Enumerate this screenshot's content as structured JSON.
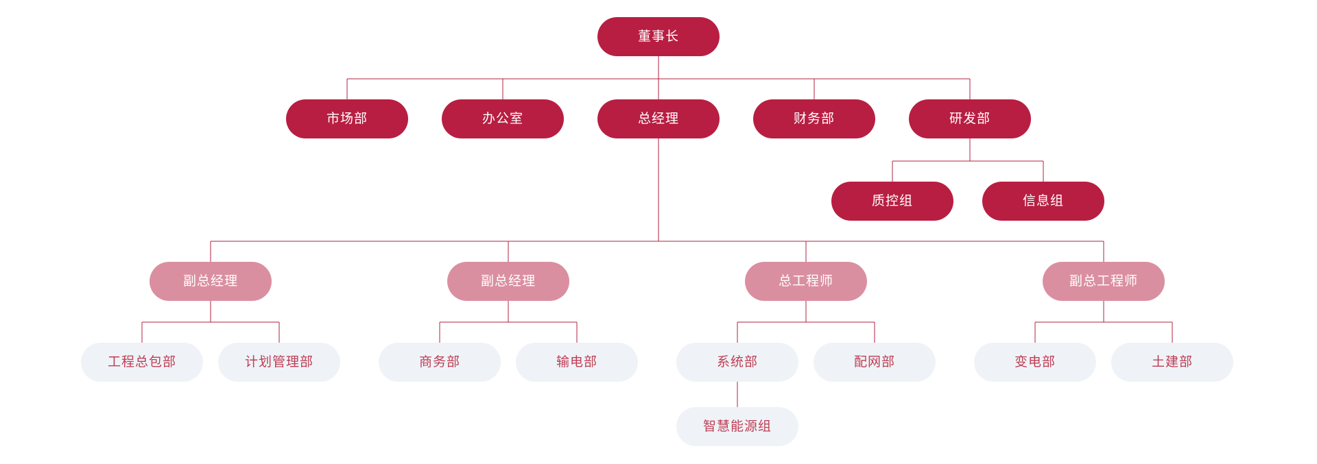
{
  "diagram": {
    "type": "org-chart",
    "background": "#ffffff",
    "colors": {
      "primary_fill": "#b81e42",
      "primary_text": "#ffffff",
      "secondary_fill": "#da8fa0",
      "secondary_text": "#ffffff",
      "leaf_fill": "#eff3f7",
      "leaf_text": "#be3e55",
      "connector": "#b02240"
    },
    "nodes": [
      {
        "id": "chairman",
        "label": "董事长",
        "variant": "primary",
        "parent": null
      },
      {
        "id": "marketing",
        "label": "市场部",
        "variant": "primary",
        "parent": "chairman"
      },
      {
        "id": "office",
        "label": "办公室",
        "variant": "primary",
        "parent": "chairman"
      },
      {
        "id": "general-manager",
        "label": "总经理",
        "variant": "primary",
        "parent": "chairman"
      },
      {
        "id": "finance",
        "label": "财务部",
        "variant": "primary",
        "parent": "chairman"
      },
      {
        "id": "rnd",
        "label": "研发部",
        "variant": "primary",
        "parent": "chairman"
      },
      {
        "id": "quality-control",
        "label": "质控组",
        "variant": "primary",
        "parent": "rnd"
      },
      {
        "id": "information",
        "label": "信息组",
        "variant": "primary",
        "parent": "rnd"
      },
      {
        "id": "deputy-gm-1",
        "label": "副总经理",
        "variant": "secondary",
        "parent": "general-manager"
      },
      {
        "id": "deputy-gm-2",
        "label": "副总经理",
        "variant": "secondary",
        "parent": "general-manager"
      },
      {
        "id": "chief-engineer",
        "label": "总工程师",
        "variant": "secondary",
        "parent": "general-manager"
      },
      {
        "id": "deputy-chief-engineer",
        "label": "副总工程师",
        "variant": "secondary",
        "parent": "general-manager"
      },
      {
        "id": "epc",
        "label": "工程总包部",
        "variant": "leaf",
        "parent": "deputy-gm-1"
      },
      {
        "id": "planning",
        "label": "计划管理部",
        "variant": "leaf",
        "parent": "deputy-gm-1"
      },
      {
        "id": "business",
        "label": "商务部",
        "variant": "leaf",
        "parent": "deputy-gm-2"
      },
      {
        "id": "transmission",
        "label": "输电部",
        "variant": "leaf",
        "parent": "deputy-gm-2"
      },
      {
        "id": "system",
        "label": "系统部",
        "variant": "leaf",
        "parent": "chief-engineer"
      },
      {
        "id": "distribution",
        "label": "配网部",
        "variant": "leaf",
        "parent": "chief-engineer"
      },
      {
        "id": "substation",
        "label": "变电部",
        "variant": "leaf",
        "parent": "deputy-chief-engineer"
      },
      {
        "id": "civil",
        "label": "土建部",
        "variant": "leaf",
        "parent": "deputy-chief-engineer"
      },
      {
        "id": "smart-energy",
        "label": "智慧能源组",
        "variant": "leaf",
        "parent": "system"
      }
    ]
  }
}
